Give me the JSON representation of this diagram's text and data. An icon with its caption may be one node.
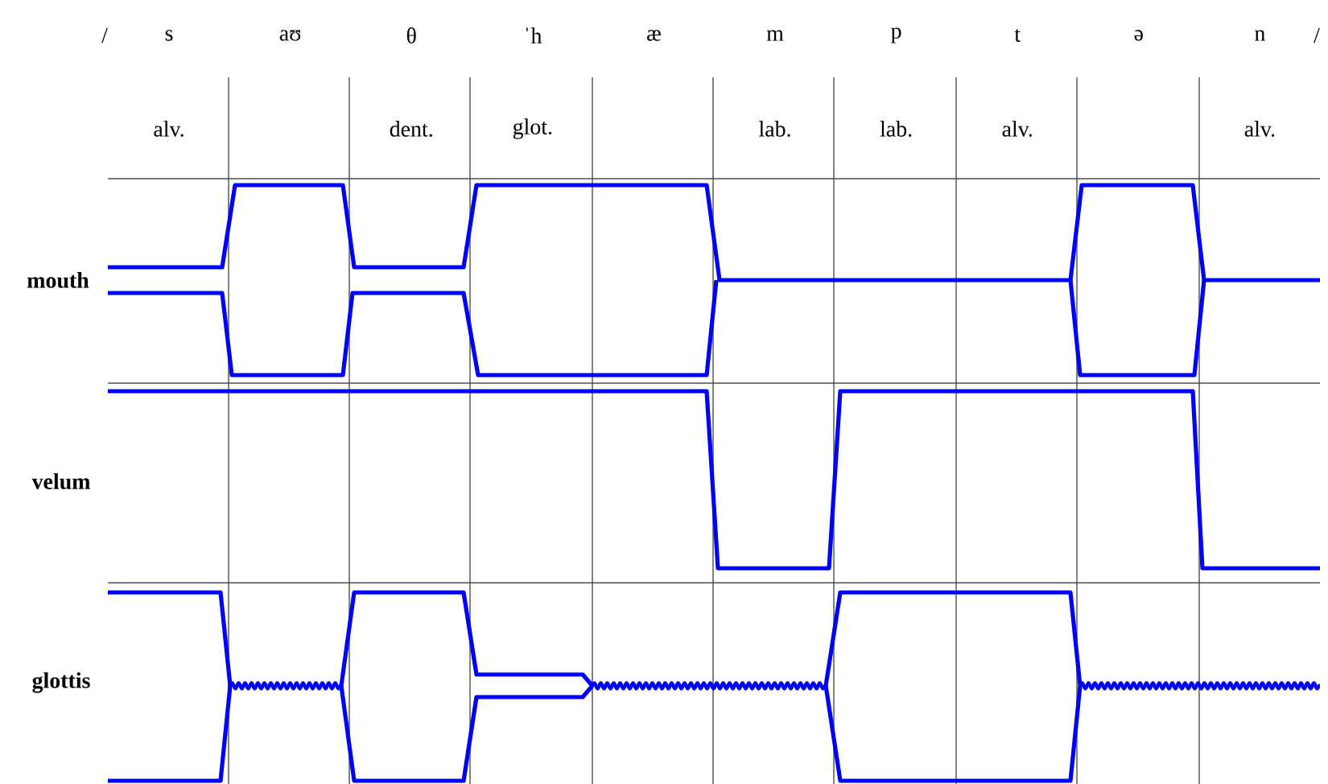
{
  "diagram": {
    "labels": [
      "/",
      "s",
      "aʊ",
      "θ",
      "ˈh",
      "æ",
      "m",
      "p",
      "t",
      "ə",
      "n",
      "/",
      "alv.",
      "dent.",
      "glot.",
      "lab.",
      "lab.",
      "alv.",
      "alv.",
      "mouth",
      "velum",
      "glottis"
    ]
  }
}
